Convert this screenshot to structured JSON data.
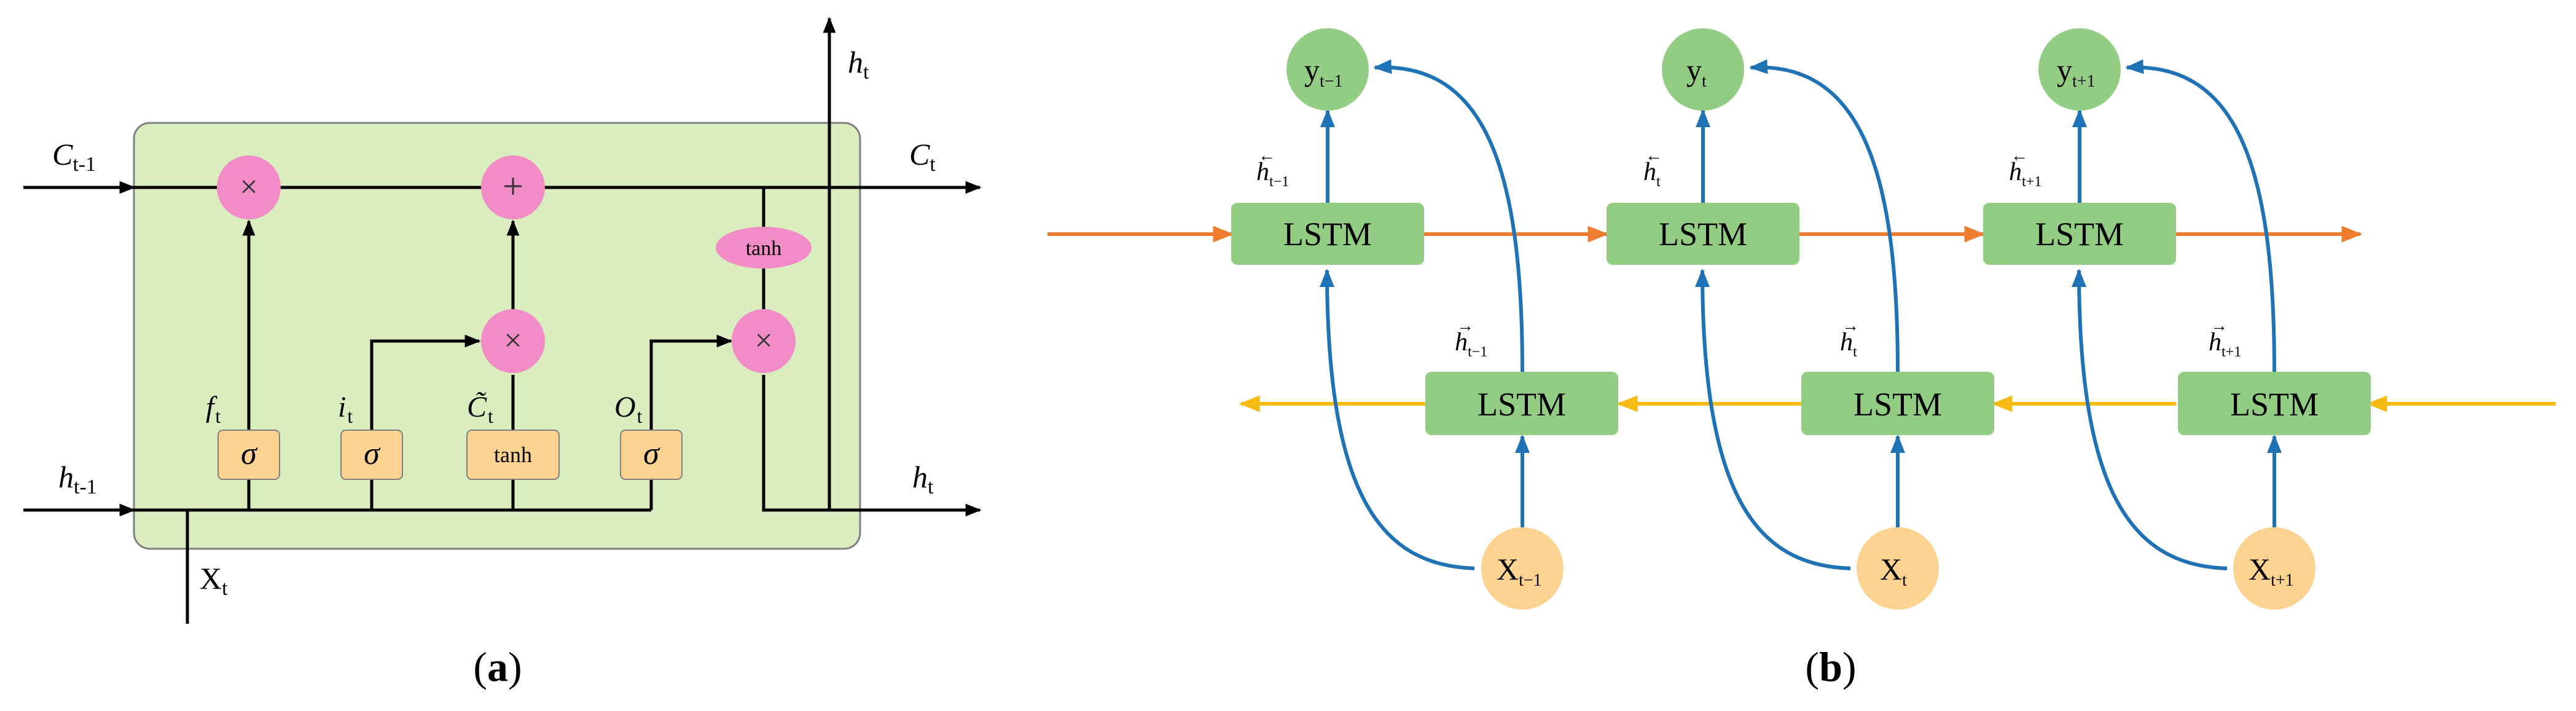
{
  "colors": {
    "cell_fill": "#d9edbf",
    "cell_stroke": "#7f7f7f",
    "pink": "#f28cc6",
    "gate_fill": "#fbd28f",
    "lstm_fill": "#93cd84",
    "node_green": "#93cd84",
    "node_orange": "#fbd28f",
    "blue": "#1f73b5",
    "orange_arrow": "#ee7d31",
    "yellow_arrow": "#f5bb13",
    "black": "#000000"
  },
  "panel_a": {
    "label_open": "(",
    "label_letter": "a",
    "label_close": ")",
    "c_prev": {
      "base": "C",
      "sub": "t-1"
    },
    "c_next": {
      "base": "C",
      "sub": "t"
    },
    "h_prev": {
      "base": "h",
      "sub": "t-1"
    },
    "h_out": {
      "base": "h",
      "sub": "t"
    },
    "h_top": {
      "base": "h",
      "sub": "t"
    },
    "x_in": {
      "base": "X",
      "sub": "t"
    },
    "gates": [
      {
        "symbol": "σ",
        "label_base": "f",
        "label_sub": "t"
      },
      {
        "symbol": "σ",
        "label_base": "i",
        "label_sub": "t"
      },
      {
        "symbol": "tanh",
        "label_base": "C̃",
        "label_sub": "t"
      },
      {
        "symbol": "σ",
        "label_base": "O",
        "label_sub": "t"
      }
    ],
    "ops": {
      "multiply": "×",
      "add": "+",
      "tanh": "tanh"
    }
  },
  "panel_b": {
    "label_open": "(",
    "label_letter": "b",
    "label_close": ")",
    "lstm_label": "LSTM",
    "columns": [
      {
        "y_base": "y",
        "y_sub": "t−1",
        "x_base": "X",
        "x_sub": "t−1",
        "hf_base": "h",
        "hf_sub": "t−1",
        "hb_base": "h",
        "hb_sub": "t−1"
      },
      {
        "y_base": "y",
        "y_sub": "t",
        "x_base": "X",
        "x_sub": "t",
        "hf_base": "h",
        "hf_sub": "t",
        "hb_base": "h",
        "hb_sub": "t"
      },
      {
        "y_base": "y",
        "y_sub": "t+1",
        "x_base": "X",
        "x_sub": "t+1",
        "hf_base": "h",
        "hf_sub": "t+1",
        "hb_base": "h",
        "hb_sub": "t+1"
      }
    ]
  }
}
